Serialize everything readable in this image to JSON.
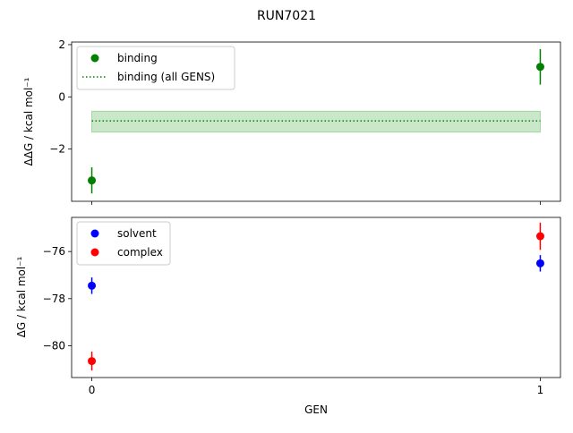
{
  "figure": {
    "title": "RUN7021",
    "xlabel": "GEN"
  },
  "chart_data": [
    {
      "type": "scatter",
      "panel": "top",
      "ylabel": "ΔΔG / kcal mol⁻¹",
      "x": [
        0,
        1
      ],
      "xlim": [
        -0.045,
        1.045
      ],
      "ylim": [
        -4.0,
        2.1
      ],
      "yticks": [
        2,
        0,
        -2
      ],
      "ytick_labels": [
        "2",
        "0",
        "−2"
      ],
      "series": [
        {
          "name": "binding",
          "color": "#008000",
          "x": [
            0,
            1
          ],
          "y": [
            -3.2,
            1.15
          ],
          "err": [
            0.5,
            0.68
          ]
        }
      ],
      "reference": {
        "name": "binding (all GENS)",
        "color": "#008000",
        "y": -0.92,
        "band": [
          -1.35,
          -0.55
        ],
        "band_color": "#2ca02c"
      },
      "legend": "top-left"
    },
    {
      "type": "scatter",
      "panel": "bottom",
      "ylabel": "ΔG / kcal mol⁻¹",
      "x": [
        0,
        1
      ],
      "xlim": [
        -0.045,
        1.045
      ],
      "ylim": [
        -81.35,
        -74.55
      ],
      "yticks": [
        -76,
        -78,
        -80
      ],
      "ytick_labels": [
        "−76",
        "−78",
        "−80"
      ],
      "xticks": [
        0,
        1
      ],
      "xtick_labels": [
        "0",
        "1"
      ],
      "series": [
        {
          "name": "solvent",
          "color": "#0000ff",
          "x": [
            0,
            1
          ],
          "y": [
            -77.45,
            -76.5
          ],
          "err": [
            0.35,
            0.35
          ]
        },
        {
          "name": "complex",
          "color": "#ff0000",
          "x": [
            0,
            1
          ],
          "y": [
            -80.65,
            -75.35
          ],
          "err": [
            0.4,
            0.58
          ]
        }
      ],
      "legend": "top-left"
    }
  ]
}
